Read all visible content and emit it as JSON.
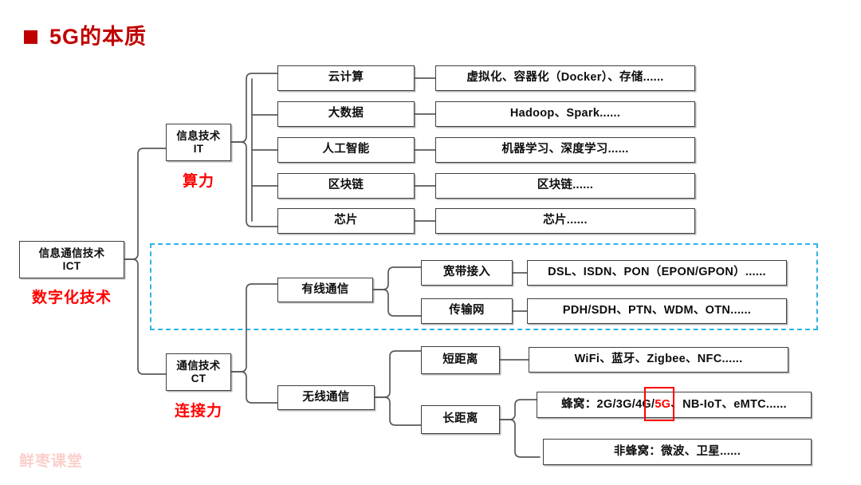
{
  "slide": {
    "title": "5G的本质",
    "bullet_color": "#C00000",
    "accent_red": "#FF0000",
    "dashed_border_color": "#2BB3E8",
    "watermark": "鲜枣课堂"
  },
  "root": {
    "line1": "信息通信技术",
    "line2": "ICT",
    "caption": "数字化技术"
  },
  "branches": {
    "it": {
      "line1": "信息技术",
      "line2": "IT",
      "caption": "算力",
      "items": [
        {
          "name": "云计算",
          "detail": "虚拟化、容器化（Docker）、存储......"
        },
        {
          "name": "大数据",
          "detail": "Hadoop、Spark......"
        },
        {
          "name": "人工智能",
          "detail": "机器学习、深度学习......"
        },
        {
          "name": "区块链",
          "detail": "区块链......"
        },
        {
          "name": "芯片",
          "detail": "芯片......"
        }
      ]
    },
    "ct": {
      "line1": "通信技术",
      "line2": "CT",
      "caption": "连接力",
      "wired": {
        "name": "有线通信",
        "items": [
          {
            "name": "宽带接入",
            "detail": "DSL、ISDN、PON（EPON/GPON）......"
          },
          {
            "name": "传输网",
            "detail": "PDH/SDH、PTN、WDM、OTN......"
          }
        ]
      },
      "wireless": {
        "name": "无线通信",
        "short_range": {
          "name": "短距离",
          "detail": "WiFi、蓝牙、Zigbee、NFC......"
        },
        "long_range": {
          "name": "长距离",
          "items": [
            {
              "prefix": "蜂窝：2G/3G/4G/",
              "highlight": "5G",
              "suffix": "、NB-IoT、eMTC......"
            },
            {
              "text": "非蜂窝：微波、卫星......"
            }
          ]
        }
      }
    }
  }
}
